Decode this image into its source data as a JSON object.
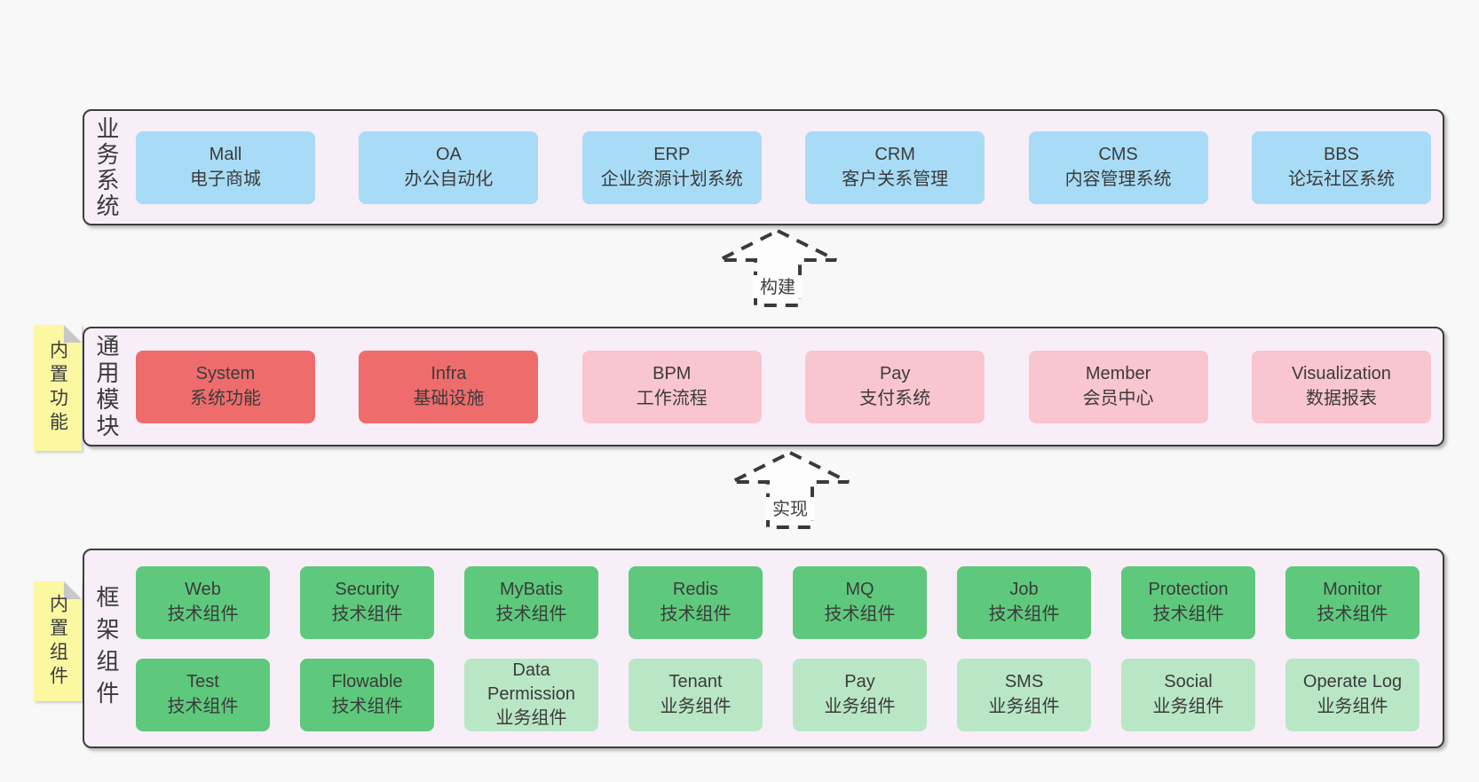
{
  "colors": {
    "page_bg": "#f8f8f8",
    "panel_bg": "#f8eef7",
    "panel_border": "#3d3d3d",
    "blue_box": "#a8dcf6",
    "red_box": "#ef6c6c",
    "pink_box": "#f9c5ce",
    "green_box": "#5ec97c",
    "light_green_box": "#b9e7c5",
    "sticky_yellow": "#fbf8a1",
    "sticky_fold": "#c8c8c8",
    "text": "#3b3b3b"
  },
  "arrows": [
    {
      "label": "构建"
    },
    {
      "label": "实现"
    }
  ],
  "panels": [
    {
      "label": "业务系统",
      "rows": [
        [
          {
            "title": "Mall",
            "subtitle": "电子商城",
            "variant": "blue"
          },
          {
            "title": "OA",
            "subtitle": "办公自动化",
            "variant": "blue"
          },
          {
            "title": "ERP",
            "subtitle": "企业资源计划系统",
            "variant": "blue"
          },
          {
            "title": "CRM",
            "subtitle": "客户关系管理",
            "variant": "blue"
          },
          {
            "title": "CMS",
            "subtitle": "内容管理系统",
            "variant": "blue"
          },
          {
            "title": "BBS",
            "subtitle": "论坛社区系统",
            "variant": "blue"
          }
        ]
      ]
    },
    {
      "label": "通用模块",
      "sticky": "内置功能",
      "rows": [
        [
          {
            "title": "System",
            "subtitle": "系统功能",
            "variant": "red"
          },
          {
            "title": "Infra",
            "subtitle": "基础设施",
            "variant": "red"
          },
          {
            "title": "BPM",
            "subtitle": "工作流程",
            "variant": "pink"
          },
          {
            "title": "Pay",
            "subtitle": "支付系统",
            "variant": "pink"
          },
          {
            "title": "Member",
            "subtitle": "会员中心",
            "variant": "pink"
          },
          {
            "title": "Visualization",
            "subtitle": "数据报表",
            "variant": "pink"
          }
        ]
      ]
    },
    {
      "label": "框架组件",
      "sticky": "内置组件",
      "rows": [
        [
          {
            "title": "Web",
            "subtitle": "技术组件",
            "variant": "green"
          },
          {
            "title": "Security",
            "subtitle": "技术组件",
            "variant": "green"
          },
          {
            "title": "MyBatis",
            "subtitle": "技术组件",
            "variant": "green"
          },
          {
            "title": "Redis",
            "subtitle": "技术组件",
            "variant": "green"
          },
          {
            "title": "MQ",
            "subtitle": "技术组件",
            "variant": "green"
          },
          {
            "title": "Job",
            "subtitle": "技术组件",
            "variant": "green"
          },
          {
            "title": "Protection",
            "subtitle": "技术组件",
            "variant": "green"
          },
          {
            "title": "Monitor",
            "subtitle": "技术组件",
            "variant": "green"
          }
        ],
        [
          {
            "title": "Test",
            "subtitle": "技术组件",
            "variant": "green"
          },
          {
            "title": "Flowable",
            "subtitle": "技术组件",
            "variant": "green"
          },
          {
            "title": "Data Permission",
            "subtitle": "业务组件",
            "variant": "light-green"
          },
          {
            "title": "Tenant",
            "subtitle": "业务组件",
            "variant": "light-green"
          },
          {
            "title": "Pay",
            "subtitle": "业务组件",
            "variant": "light-green"
          },
          {
            "title": "SMS",
            "subtitle": "业务组件",
            "variant": "light-green"
          },
          {
            "title": "Social",
            "subtitle": "业务组件",
            "variant": "light-green"
          },
          {
            "title": "Operate Log",
            "subtitle": "业务组件",
            "variant": "light-green"
          }
        ]
      ]
    }
  ]
}
